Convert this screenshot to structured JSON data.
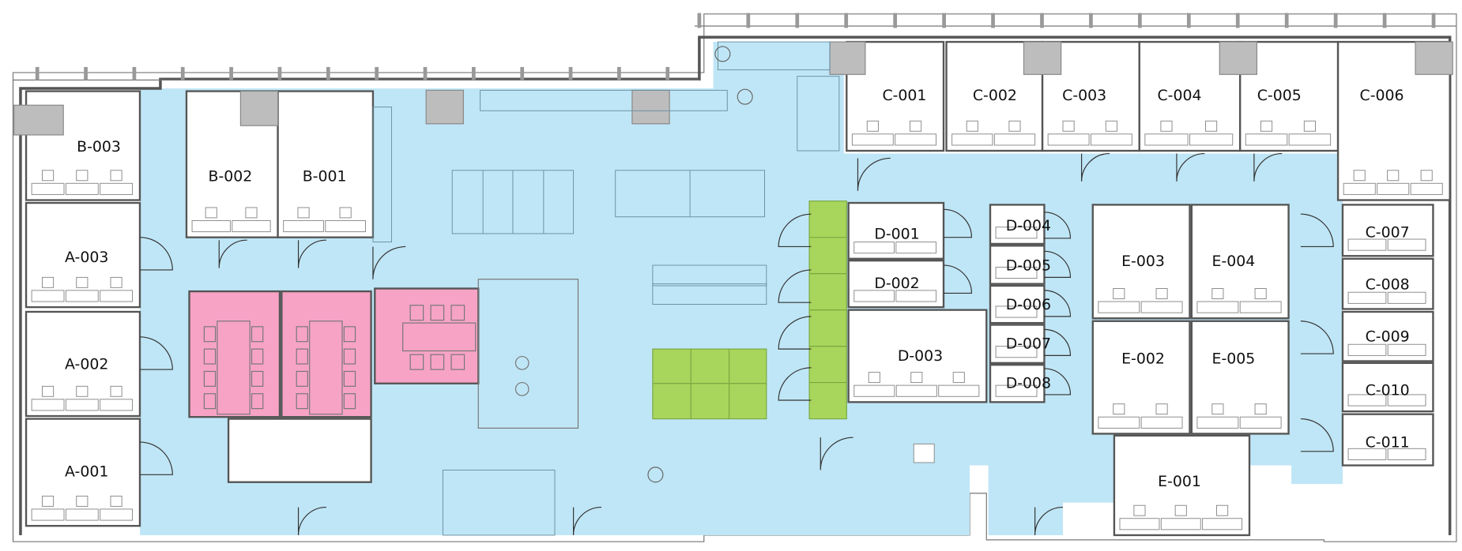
{
  "title": "Office floor plan",
  "colors": {
    "corridor": "#bfe6f6",
    "office": "#ffffff",
    "meeting": "#f7a3c6",
    "booth": "#a8d65c",
    "column": "#bdbdbd",
    "wall": "#555555"
  },
  "rooms": [
    {
      "label": "B-003",
      "type": "office"
    },
    {
      "label": "B-002",
      "type": "office"
    },
    {
      "label": "B-001",
      "type": "office"
    },
    {
      "label": "A-003",
      "type": "office"
    },
    {
      "label": "A-002",
      "type": "office"
    },
    {
      "label": "A-001",
      "type": "office"
    },
    {
      "label": "C-001",
      "type": "office"
    },
    {
      "label": "C-002",
      "type": "office"
    },
    {
      "label": "C-003",
      "type": "office"
    },
    {
      "label": "C-004",
      "type": "office"
    },
    {
      "label": "C-005",
      "type": "office"
    },
    {
      "label": "C-006",
      "type": "office"
    },
    {
      "label": "D-001",
      "type": "office"
    },
    {
      "label": "D-002",
      "type": "office"
    },
    {
      "label": "D-003",
      "type": "office"
    },
    {
      "label": "D-004",
      "type": "office"
    },
    {
      "label": "D-005",
      "type": "office"
    },
    {
      "label": "D-006",
      "type": "office"
    },
    {
      "label": "D-007",
      "type": "office"
    },
    {
      "label": "D-008",
      "type": "office"
    },
    {
      "label": "E-003",
      "type": "office"
    },
    {
      "label": "E-004",
      "type": "office"
    },
    {
      "label": "E-002",
      "type": "office"
    },
    {
      "label": "E-005",
      "type": "office"
    },
    {
      "label": "E-001",
      "type": "office"
    },
    {
      "label": "C-007",
      "type": "office"
    },
    {
      "label": "C-008",
      "type": "office"
    },
    {
      "label": "C-009",
      "type": "office"
    },
    {
      "label": "C-010",
      "type": "office"
    },
    {
      "label": "C-011",
      "type": "office"
    }
  ],
  "meeting_rooms": [
    "meeting-1",
    "meeting-2",
    "meeting-3"
  ],
  "icons": [
    "plant-icon",
    "column",
    "desk",
    "chair",
    "door-swing"
  ]
}
